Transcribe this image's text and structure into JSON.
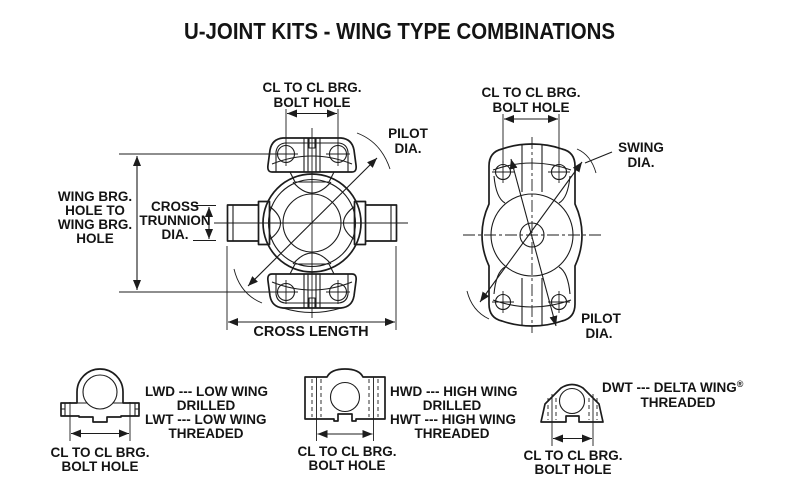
{
  "title": "U-JOINT KITS - WING TYPE COMBINATIONS",
  "colors": {
    "ink": "#1c1c1c",
    "paper": "#ffffff"
  },
  "front_view": {
    "labels": {
      "bolt_hole_1": "CL TO CL BRG.",
      "bolt_hole_2": "BOLT HOLE",
      "pilot_1": "PILOT",
      "pilot_2": "DIA.",
      "wing_brg_1": "WING BRG.",
      "wing_brg_2": "HOLE TO",
      "wing_brg_3": "WING BRG.",
      "wing_brg_4": "HOLE",
      "trunnion_1": "CROSS",
      "trunnion_2": "TRUNNION",
      "trunnion_3": "DIA.",
      "cross_length": "CROSS LENGTH"
    }
  },
  "side_view": {
    "labels": {
      "bolt_hole_1": "CL TO CL BRG.",
      "bolt_hole_2": "BOLT HOLE",
      "swing_1": "SWING",
      "swing_2": "DIA.",
      "pilot_1": "PILOT",
      "pilot_2": "DIA."
    }
  },
  "wing_styles": [
    {
      "code_line_1": "LWD --- LOW WING",
      "code_line_2": "DRILLED",
      "code_line_3": "LWT --- LOW WING",
      "code_line_4": "THREADED",
      "dim_line_1": "CL TO CL BRG.",
      "dim_line_2": "BOLT HOLE"
    },
    {
      "code_line_1": "HWD --- HIGH WING",
      "code_line_2": "DRILLED",
      "code_line_3": "HWT --- HIGH WING",
      "code_line_4": "THREADED",
      "dim_line_1": "CL TO CL BRG.",
      "dim_line_2": "BOLT HOLE"
    },
    {
      "code_line_1": "DWT --- DELTA WING",
      "registered_mark": "®",
      "code_line_2": "THREADED",
      "dim_line_1": "CL TO CL BRG.",
      "dim_line_2": "BOLT HOLE"
    }
  ]
}
